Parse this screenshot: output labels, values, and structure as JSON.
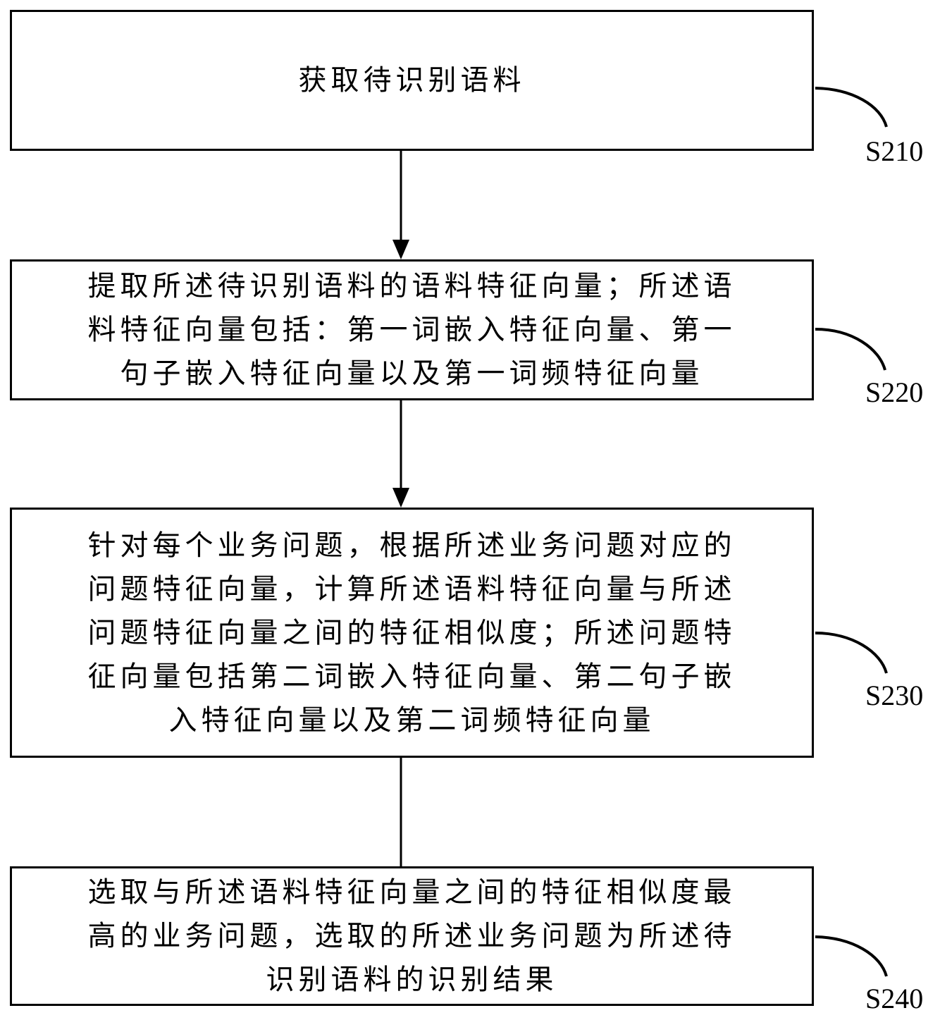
{
  "diagram": {
    "type": "flowchart",
    "direction": "top-to-bottom",
    "steps": [
      {
        "id": "S210",
        "label": "S210",
        "text": "获取待识别语料"
      },
      {
        "id": "S220",
        "label": "S220",
        "text": "提取所述待识别语料的语料特征向量；所述语\n料特征向量包括：第一词嵌入特征向量、第一\n句子嵌入特征向量以及第一词频特征向量"
      },
      {
        "id": "S230",
        "label": "S230",
        "text": "针对每个业务问题，根据所述业务问题对应的\n问题特征向量，计算所述语料特征向量与所述\n问题特征向量之间的特征相似度；所述问题特\n征向量包括第二词嵌入特征向量、第二句子嵌\n入特征向量以及第二词频特征向量"
      },
      {
        "id": "S240",
        "label": "S240",
        "text": "选取与所述语料特征向量之间的特征相似度最\n高的业务问题，选取的所述业务问题为所述待\n识别语料的识别结果"
      }
    ],
    "connectors": [
      {
        "from": "S210",
        "to": "S220",
        "arrowhead": true
      },
      {
        "from": "S220",
        "to": "S230",
        "arrowhead": true
      },
      {
        "from": "S230",
        "to": "S240",
        "arrowhead": false
      }
    ],
    "colors": {
      "stroke": "#000000",
      "background": "#ffffff",
      "text": "#000000"
    }
  }
}
